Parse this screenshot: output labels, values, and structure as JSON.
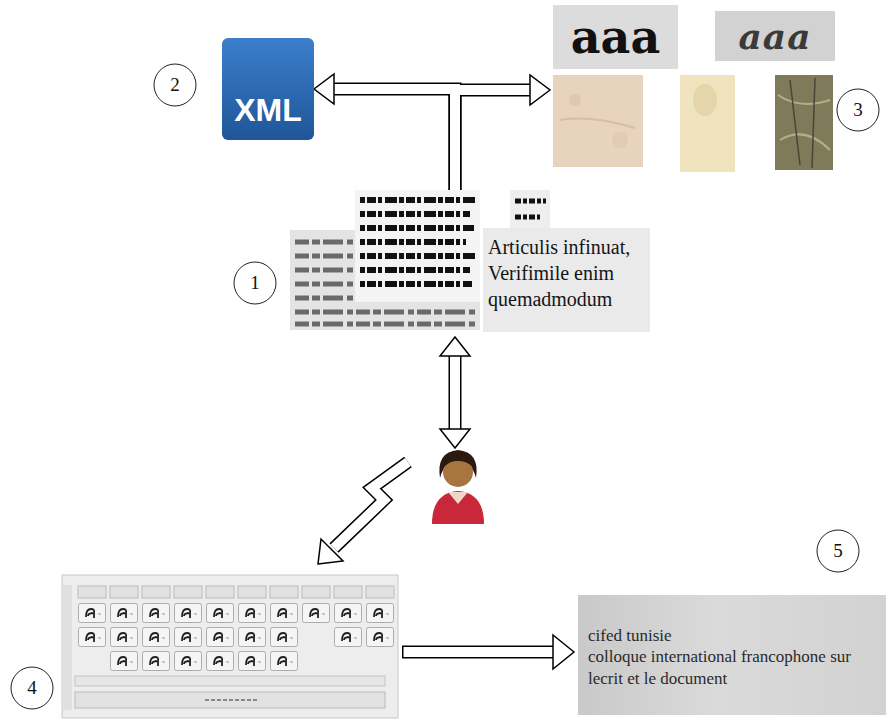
{
  "diagram": {
    "nodes": [
      {
        "text": [
          "XML"
        ]
      },
      {
        "text": [
          "aaa",
          "aaa"
        ]
      },
      {
        "text": [
          "Articulis infinuat, Verifimile enim quemadmodum"
        ]
      },
      {
        "text": [
          "cifed tunisie",
          "colloque international francophone sur",
          "lecrit et le document"
        ]
      }
    ],
    "edges": [
      {
        "from": 2,
        "to": 0,
        "arrow": "to"
      },
      {
        "from": 2,
        "to": 1,
        "arrow": "to"
      }
    ],
    "labels": [
      "1",
      "2",
      "3",
      "4",
      "5"
    ]
  }
}
